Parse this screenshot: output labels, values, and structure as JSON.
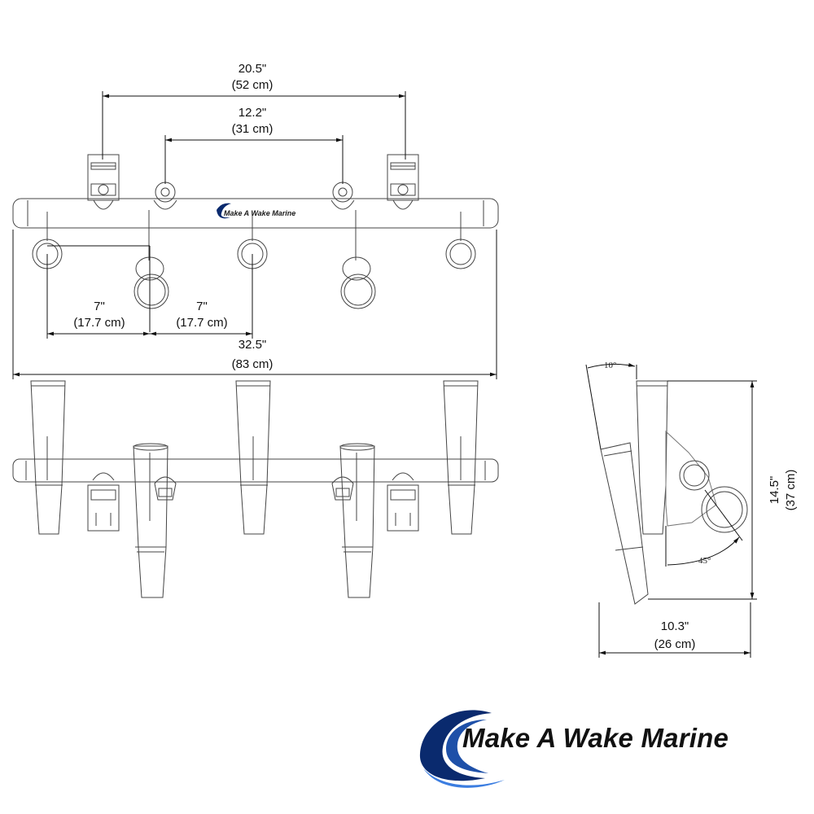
{
  "dimensions": {
    "overall_mount_spacing": {
      "inches": "20.5\"",
      "cm": "(52 cm)"
    },
    "inner_mount_spacing": {
      "inches": "12.2\"",
      "cm": "(31 cm)"
    },
    "holder_spacing_left": {
      "inches": "7\"",
      "cm": "(17.7 cm)"
    },
    "holder_spacing_right": {
      "inches": "7\"",
      "cm": "(17.7 cm)"
    },
    "overall_length": {
      "inches": "32.5\"",
      "cm": "(83 cm)"
    },
    "side_depth": {
      "inches": "10.3\"",
      "cm": "(26 cm)"
    },
    "side_height": {
      "inches": "14.5\"",
      "cm": "(37 cm)"
    }
  },
  "angles": {
    "tilt": "10°",
    "mount": "45°"
  },
  "brand": {
    "name": "Make A Wake Marine",
    "colors": {
      "dark_blue": "#0a2a6e",
      "mid_blue": "#1e50a8",
      "light_blue": "#3b7de0"
    }
  }
}
